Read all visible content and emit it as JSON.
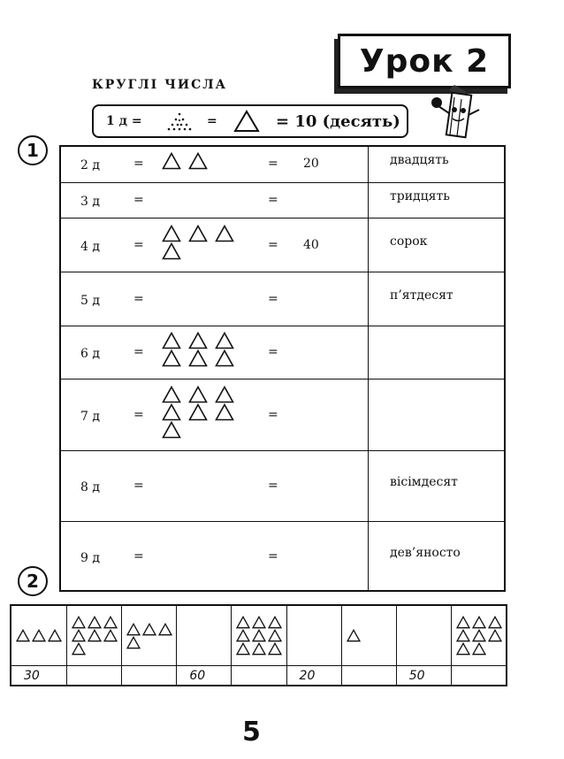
{
  "lesson_title": "Урок 2",
  "heading": "КРУГЛІ ЧИСЛА",
  "formula": {
    "left": "1 д =",
    "eq": "=",
    "right": "= 10 (десять)"
  },
  "exercise1": {
    "number": "1",
    "rows": [
      {
        "label": "2 д",
        "eq": "=",
        "triangles": 2,
        "eq2": "=",
        "value": "20",
        "word": "двадцять"
      },
      {
        "label": "3 д",
        "eq": "=",
        "triangles": 0,
        "eq2": "=",
        "value": "",
        "word": "тридцять"
      },
      {
        "label": "4 д",
        "eq": "=",
        "triangles": 4,
        "eq2": "=",
        "value": "40",
        "word": "сорок"
      },
      {
        "label": "5 д",
        "eq": "=",
        "triangles": 0,
        "eq2": "=",
        "value": "",
        "word": "п’ятдесят"
      },
      {
        "label": "6 д",
        "eq": "=",
        "triangles": 6,
        "eq2": "=",
        "value": "",
        "word": ""
      },
      {
        "label": "7 д",
        "eq": "=",
        "triangles": 7,
        "eq2": "=",
        "value": "",
        "word": ""
      },
      {
        "label": "8 д",
        "eq": "=",
        "triangles": 0,
        "eq2": "=",
        "value": "",
        "word": "вісімдесят"
      },
      {
        "label": "9 д",
        "eq": "=",
        "triangles": 0,
        "eq2": "=",
        "value": "",
        "word": "дев’яносто"
      }
    ]
  },
  "exercise2": {
    "number": "2",
    "columns": [
      {
        "triangles": 3,
        "number": "30"
      },
      {
        "triangles": 7,
        "number": ""
      },
      {
        "triangles": 4,
        "number": ""
      },
      {
        "triangles": 0,
        "number": "60"
      },
      {
        "triangles": 9,
        "number": ""
      },
      {
        "triangles": 0,
        "number": "20"
      },
      {
        "triangles": 1,
        "number": ""
      },
      {
        "triangles": 0,
        "number": "50"
      },
      {
        "triangles": 8,
        "number": ""
      }
    ]
  },
  "page_number": "5"
}
